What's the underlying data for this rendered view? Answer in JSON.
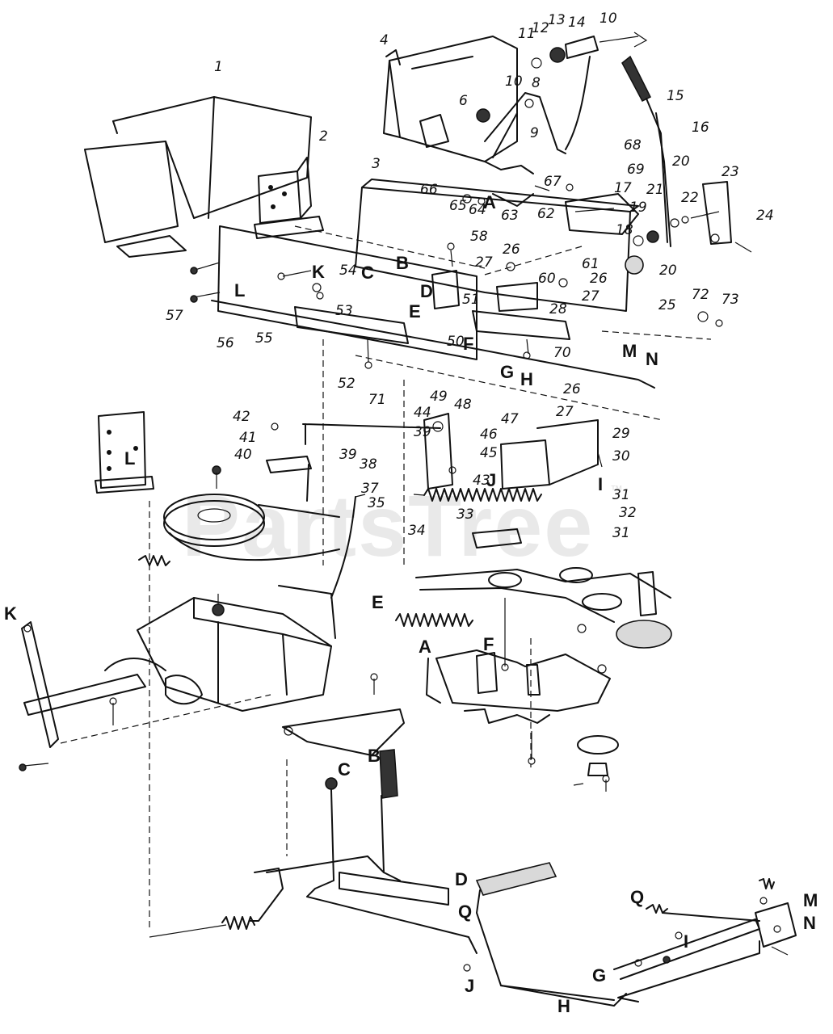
{
  "watermark": {
    "text": "PartsTree",
    "trademark": "™"
  },
  "labels": {
    "p1": "1",
    "p2": "2",
    "p3": "3",
    "p4": "4",
    "p6": "6",
    "p8": "8",
    "p9": "9",
    "p10a": "10",
    "p10b": "10",
    "p11": "11",
    "p12": "12",
    "p13": "13",
    "p14": "14",
    "p15": "15",
    "p16": "16",
    "p17": "17",
    "p18": "18",
    "p19": "19",
    "p20a": "20",
    "p20b": "20",
    "p21": "21",
    "p22": "22",
    "p23": "23",
    "p24": "24",
    "p25": "25",
    "p26a": "26",
    "p26b": "26",
    "p26c": "26",
    "p27a": "27",
    "p27b": "27",
    "p27c": "27",
    "p28": "28",
    "p29": "29",
    "p30": "30",
    "p31a": "31",
    "p31b": "31",
    "p32": "32",
    "p33": "33",
    "p34": "34",
    "p35": "35",
    "p37": "37",
    "p38": "38",
    "p39a": "39",
    "p39b": "39",
    "p40": "40",
    "p41": "41",
    "p42": "42",
    "p43": "43",
    "p44": "44",
    "p45": "45",
    "p46": "46",
    "p47": "47",
    "p48": "48",
    "p49": "49",
    "p50": "50",
    "p51": "51",
    "p52": "52",
    "p53": "53",
    "p54": "54",
    "p55": "55",
    "p56": "56",
    "p57": "57",
    "p58": "58",
    "p60": "60",
    "p61": "61",
    "p62": "62",
    "p63": "63",
    "p64": "64",
    "p65": "65",
    "p66": "66",
    "p67": "67",
    "p68": "68",
    "p69": "69",
    "p70": "70",
    "p71": "71",
    "p72": "72",
    "p73": "73"
  },
  "letters": {
    "A1": "A",
    "A2": "A",
    "B1": "B",
    "B2": "B",
    "C1": "C",
    "C2": "C",
    "D1": "D",
    "D2": "D",
    "E1": "E",
    "E2": "E",
    "F1": "F",
    "F2": "F",
    "G1": "G",
    "G2": "G",
    "H1": "H",
    "H2": "H",
    "I1": "I",
    "I2": "I",
    "J1": "J",
    "J2": "J",
    "K1": "K",
    "K2": "K",
    "L1": "L",
    "L2": "L",
    "M1": "M",
    "M2": "M",
    "N1": "N",
    "N2": "N",
    "Q1": "Q",
    "Q2": "Q"
  }
}
